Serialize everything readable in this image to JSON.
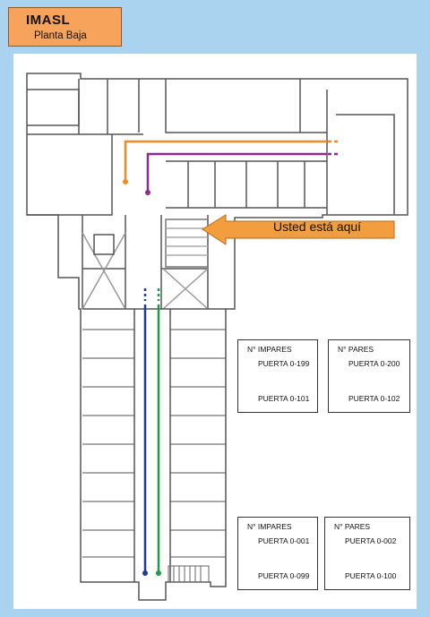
{
  "header": {
    "title": "IMASL",
    "subtitle": "Planta Baja"
  },
  "here_label": "Usted está aquí",
  "colors": {
    "background": "#a9d3ef",
    "purple": "#8b2b8f",
    "orange": "#f08a24",
    "blue": "#1b3a9a",
    "green": "#1f9a4a",
    "header": "#f7a35c"
  },
  "legends": {
    "impares_upper": {
      "title": "N° IMPARES",
      "top": "PUERTA 0-199",
      "bottom": "PUERTA 0-101",
      "color": "purple",
      "arrow": "up"
    },
    "pares_upper": {
      "title": "N° PARES",
      "top": "PUERTA 0-200",
      "bottom": "PUERTA 0-102",
      "color": "orange",
      "arrow": "up"
    },
    "impares_lower": {
      "title": "N° IMPARES",
      "top": "PUERTA 0-001",
      "bottom": "PUERTA 0-099",
      "color": "blue",
      "arrow": "down"
    },
    "pares_lower": {
      "title": "N° PARES",
      "top": "PUERTA 0-002",
      "bottom": "PUERTA 0-100",
      "color": "green",
      "arrow": "down"
    }
  }
}
